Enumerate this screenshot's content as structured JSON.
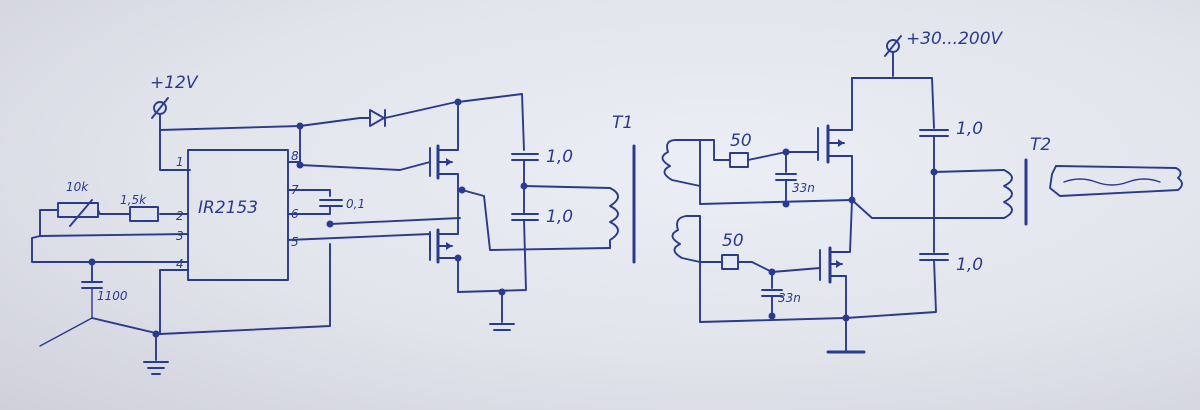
{
  "labels": {
    "vcc_left": "+12V",
    "vcc_right": "+30...200V",
    "ic": "IR2153",
    "r_10k": "10k",
    "r_15k": "1,5k",
    "c_timing": "1100",
    "c_boot": "0,1",
    "c_half_top": "1,0",
    "c_half_bot": "1,0",
    "t1": "T1",
    "r_gate_top": "50",
    "r_gate_bot": "50",
    "c_snub_top": "33n",
    "c_snub_bot": "33n",
    "c_right_top": "1,0",
    "c_right_bot": "1,0",
    "t2": "T2"
  },
  "ic_pins": [
    "1",
    "2",
    "3",
    "4",
    "8",
    "7",
    "6",
    "5"
  ]
}
